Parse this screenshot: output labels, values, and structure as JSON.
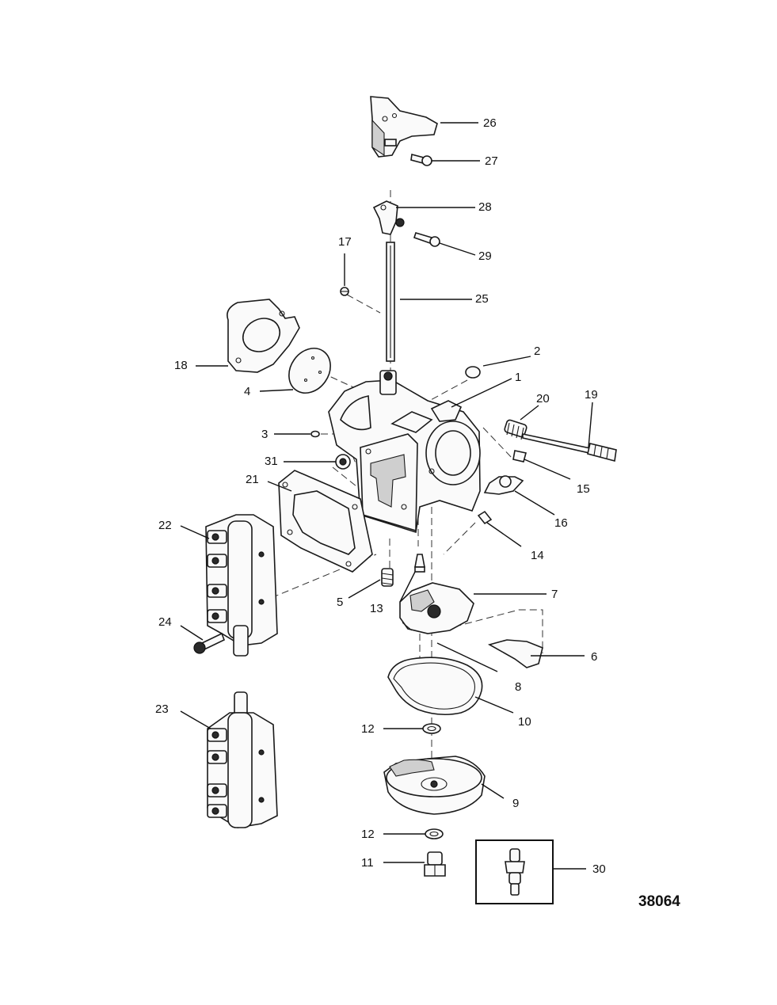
{
  "figure_number": "38064",
  "callouts": {
    "c1": "1",
    "c2": "2",
    "c3": "3",
    "c4": "4",
    "c5": "5",
    "c6": "6",
    "c7": "7",
    "c8": "8",
    "c9": "9",
    "c10": "10",
    "c11": "11",
    "c12a": "12",
    "c12b": "12",
    "c13": "13",
    "c14": "14",
    "c15": "15",
    "c16": "16",
    "c17": "17",
    "c18": "18",
    "c19": "19",
    "c20": "20",
    "c21": "21",
    "c22": "22",
    "c23": "23",
    "c24": "24",
    "c25": "25",
    "c26": "26",
    "c27": "27",
    "c28": "28",
    "c29": "29",
    "c30": "30",
    "c31": "31"
  }
}
